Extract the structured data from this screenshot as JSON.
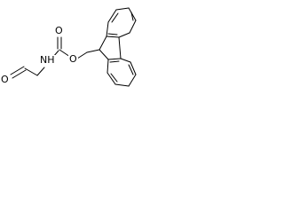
{
  "molecule": {
    "atoms": {
      "o_carbonyl_top": "O",
      "o_ester": "O",
      "n_amide": "NH",
      "o_aldehyde": "O"
    }
  }
}
